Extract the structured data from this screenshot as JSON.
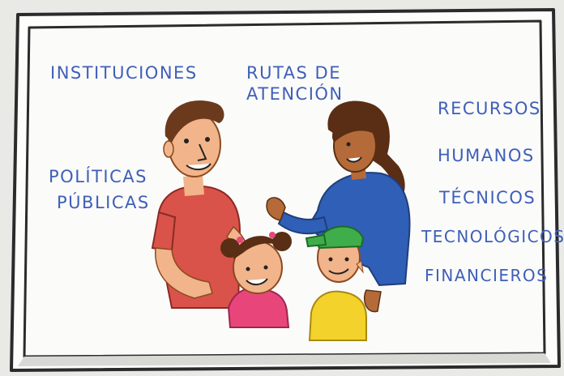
{
  "labels": {
    "instituciones": "INSTITUCIONES",
    "rutas_line1": "RUTAS DE",
    "rutas_line2": "ATENCIÓN",
    "politicas_line1": "POLÍTICAS",
    "politicas_line2": "PÚBLICAS",
    "recursos": "RECURSOS",
    "humanos": "HUMANOS",
    "tecnicos": "TÉCNICOS",
    "tecnologicos": "TECNOLÓGICOS",
    "financieros": "FINANCIEROS"
  },
  "colors": {
    "ink": "#3f5fb8",
    "frame": "#2b2b2b",
    "paper": "#fbfbfa",
    "father_shirt": "#d9534a",
    "mother_shirt": "#2f5fb7",
    "girl_shirt": "#e8467a",
    "boy_shirt": "#f3d22c",
    "boy_cap": "#3fae4a",
    "skin_light": "#f2b48a",
    "skin_dark": "#b56a3a",
    "hair": "#5a2e14"
  },
  "icons": [
    "family-illustration"
  ]
}
